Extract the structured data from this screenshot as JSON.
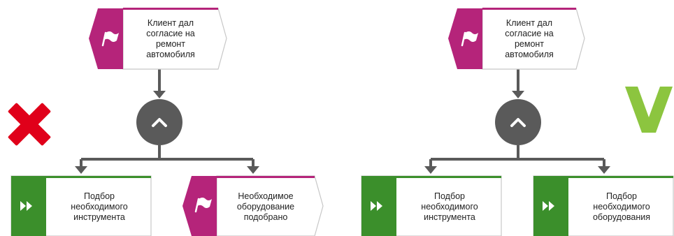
{
  "colors": {
    "event": "#b5247a",
    "function": "#3b8f2b",
    "connector": "#5a5a5a",
    "cross": "#e0001a",
    "check": "#8cc53f"
  },
  "icons": {
    "event": "flag-icon",
    "function": "fast-forward-icon",
    "operator": "chevron-up-icon",
    "wrong": "cross-mark-icon",
    "right": "check-mark-icon"
  },
  "diagrams": [
    {
      "event_top": {
        "label": "Клиент дал согласие на ремонт автомобиля"
      },
      "left": {
        "type": "function",
        "label": "Подбор необходимого инструмента"
      },
      "right": {
        "type": "event",
        "label": "Необходимое оборудование подобрано"
      }
    },
    {
      "event_top": {
        "label": "Клиент дал согласие на ремонт автомобиля"
      },
      "left": {
        "type": "function",
        "label": "Подбор необходимого инструмента"
      },
      "right": {
        "type": "function",
        "label": "Подбор необходимого оборудования"
      }
    }
  ]
}
